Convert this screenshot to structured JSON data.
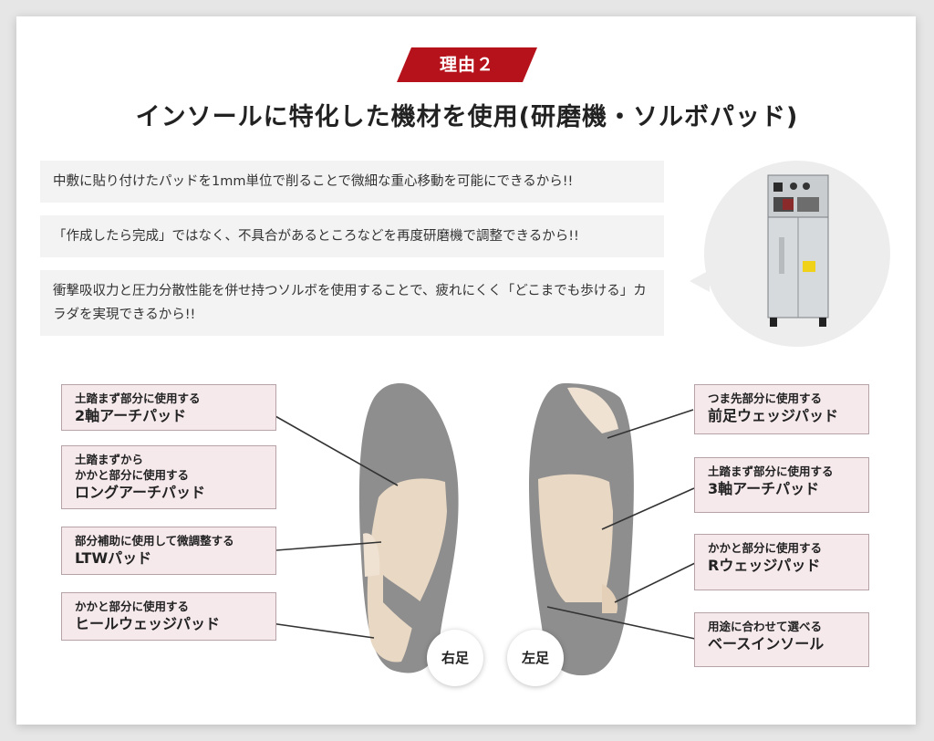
{
  "badge": {
    "label": "理由２",
    "color": "#b5121b"
  },
  "headline": "インソールに特化した機材を使用(研磨機・ソルボパッド)",
  "reasons": [
    "中敷に貼り付けたパッドを1mm単位で削ることで微細な重心移動を可能にできるから!!",
    "「作成したら完成」ではなく、不具合があるところなどを再度研磨機で調整できるから!!",
    "衝撃吸収力と圧力分散性能を併せ持つソルボを使用することで、疲れにくく「どこまでも歩ける」カラダを実現できるから!!"
  ],
  "labels_left": [
    {
      "small": "土踏まず部分に使用する",
      "big": "2軸アーチパッド"
    },
    {
      "small1": "土踏まずから",
      "small2": "かかと部分に使用する",
      "big": "ロングアーチパッド"
    },
    {
      "small": "部分補助に使用して微調整する",
      "big": "LTWパッド"
    },
    {
      "small": "かかと部分に使用する",
      "big": "ヒールウェッジパッド"
    }
  ],
  "labels_right": [
    {
      "small": "つま先部分に使用する",
      "big": "前足ウェッジパッド"
    },
    {
      "small": "土踏まず部分に使用する",
      "big": "3軸アーチパッド"
    },
    {
      "small": "かかと部分に使用する",
      "big": "Rウェッジパッド"
    },
    {
      "small": "用途に合わせて選べる",
      "big": "ベースインソール"
    }
  ],
  "feet": {
    "right": "右足",
    "left": "左足"
  },
  "colors": {
    "label_bg": "#f6e9ec",
    "felt": "#8c8c8c",
    "pad": "#e8d6c0"
  }
}
